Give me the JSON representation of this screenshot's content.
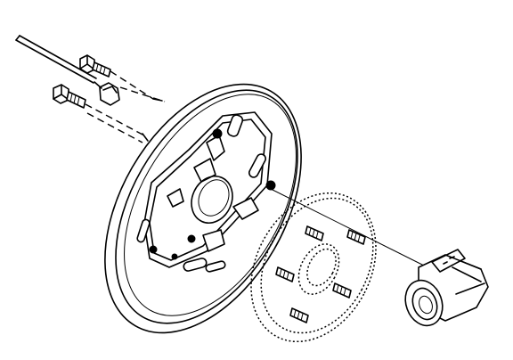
{
  "diagram": {
    "parts": [
      {
        "id": "brake-line-tube",
        "icon": "tube-icon"
      },
      {
        "id": "bolt-upper",
        "icon": "bolt-icon"
      },
      {
        "id": "bolt-lower",
        "icon": "bolt-icon"
      },
      {
        "id": "line-fitting",
        "icon": "flare-nut-icon"
      },
      {
        "id": "backing-plate",
        "icon": "backing-plate-icon"
      },
      {
        "id": "axle-flange-with-studs",
        "icon": "hub-flange-icon"
      },
      {
        "id": "wheel-cylinder",
        "icon": "wheel-cylinder-icon"
      }
    ],
    "stud_count": 5,
    "colors": {
      "line": "#000000",
      "background": "#ffffff"
    }
  }
}
